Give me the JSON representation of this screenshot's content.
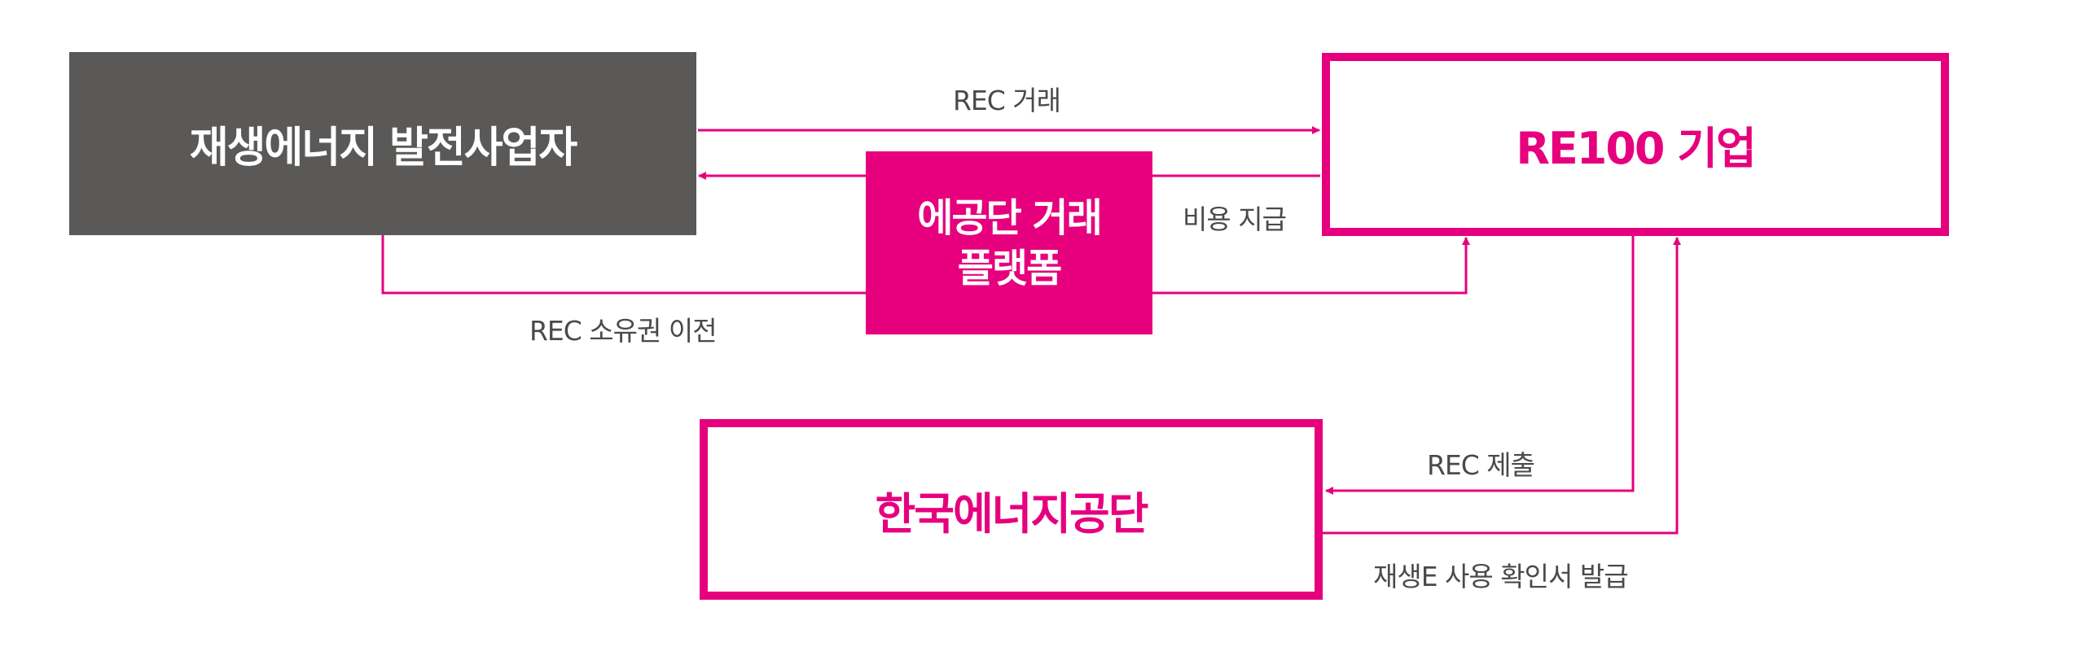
{
  "nodes": {
    "generator": "재생에너지 발전사업자",
    "platform_line1": "에공단 거래",
    "platform_line2": "플랫폼",
    "re100": "RE100 기업",
    "kea": "한국에너지공단"
  },
  "edges": {
    "rec_trade": "REC 거래",
    "cost_payment": "비용 지급",
    "rec_ownership": "REC 소유권 이전",
    "rec_submit": "REC 제출",
    "confirm_issue": "재생E 사용 확인서 발급"
  },
  "colors": {
    "accent": "#e6007e",
    "dark_box": "#5a5958",
    "label_text": "#4a4a4a"
  }
}
